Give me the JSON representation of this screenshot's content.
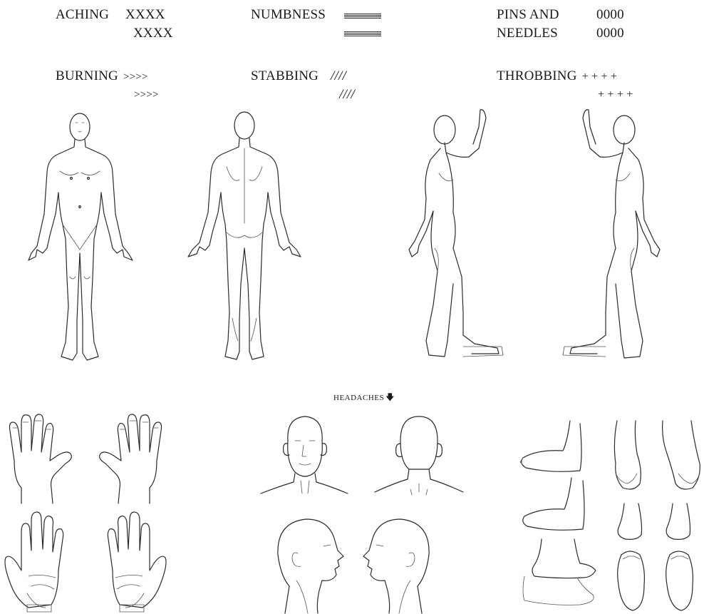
{
  "legend": {
    "aching": {
      "label": "ACHING",
      "line1": "XXXX",
      "line2": "XXXX"
    },
    "numbness": {
      "label": "NUMBNESS"
    },
    "pins_and_needles": {
      "label_line1": "PINS AND",
      "label_line2": "NEEDLES",
      "line1": "0000",
      "line2": "0000"
    },
    "burning": {
      "label": "BURNING",
      "line1": ">>>>",
      "line2": ">>>>"
    },
    "stabbing": {
      "label": "STABBING",
      "line1": "////",
      "line2": "////"
    },
    "throbbing": {
      "label": "THROBBING",
      "line1": "+ + + +",
      "line2": "+ + + +"
    }
  },
  "headaches_caption": "HEADACHES",
  "headaches_arrow": "🡇",
  "figures": [
    "body-front-icon",
    "body-back-icon",
    "body-left-side-icon",
    "body-right-side-icon",
    "hand-backs-icon",
    "hand-palms-icon",
    "head-front-icon",
    "head-back-icon",
    "head-right-side-icon",
    "head-left-side-icon",
    "feet-icon"
  ]
}
